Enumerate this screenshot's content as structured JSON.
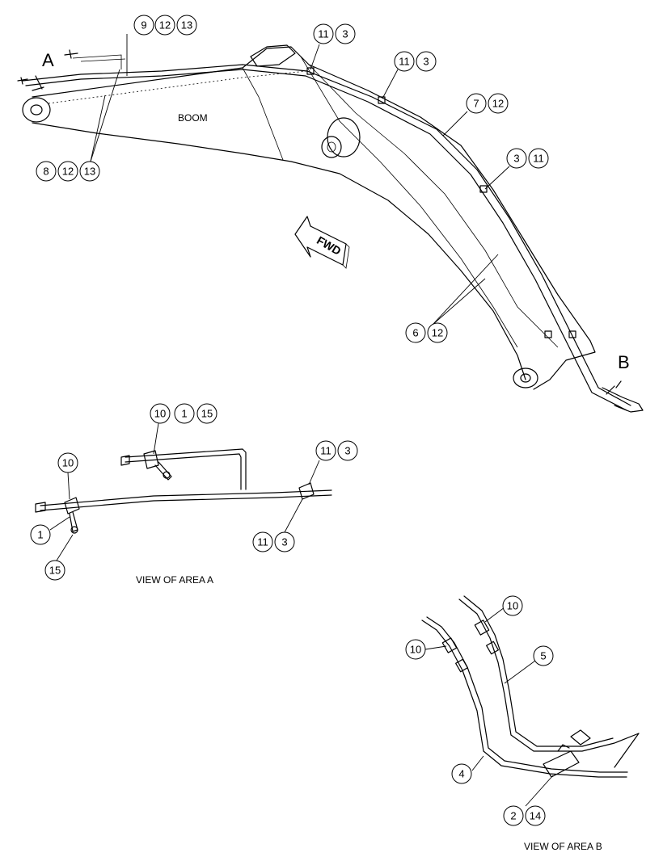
{
  "letters": {
    "area_a": "A",
    "area_b": "B"
  },
  "labels": {
    "boom": "BOOM",
    "fwd": "FWD"
  },
  "captions": {
    "view_a": "VIEW OF AREA A",
    "view_b": "VIEW OF AREA B"
  },
  "callouts": {
    "c9": "9",
    "c12a": "12",
    "c13a": "13",
    "c11a": "11",
    "c3a": "3",
    "c11b": "11",
    "c3b": "3",
    "c7": "7",
    "c12b": "12",
    "c3c": "3",
    "c11c": "11",
    "c8": "8",
    "c12c": "12",
    "c13b": "13",
    "c6": "6",
    "c12d": "12",
    "v_c10a": "10",
    "v_c1a": "1",
    "v_c15a": "15",
    "v_c11a": "11",
    "v_c3a": "3",
    "v_c10b": "10",
    "v_c1b": "1",
    "v_c15b": "15",
    "v_c11b": "11",
    "v_c3b": "3",
    "b_c10a": "10",
    "b_c10b": "10",
    "b_c5": "5",
    "b_c4": "4",
    "b_c2": "2",
    "b_c14": "14"
  }
}
